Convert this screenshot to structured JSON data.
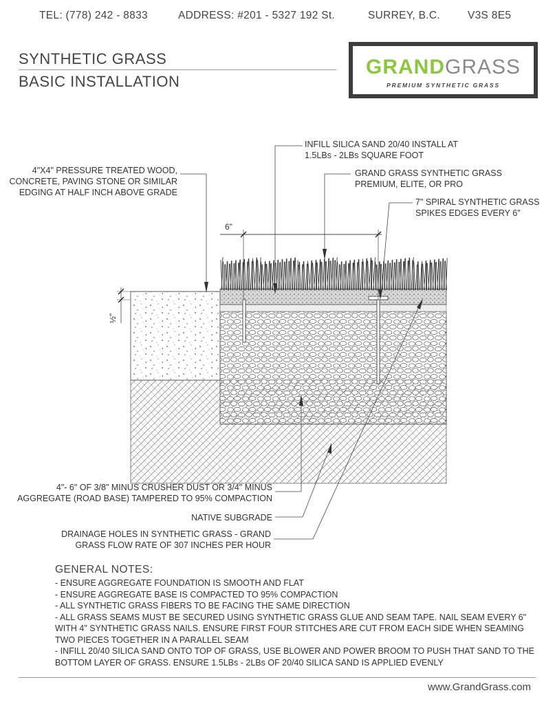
{
  "header": {
    "tel": "TEL:  (778) 242 - 8833",
    "address": "ADDRESS: #201 - 5327 192 St.",
    "city": "SURREY, B.C.",
    "postal": "V3S 8E5"
  },
  "title": {
    "line1": "SYNTHETIC GRASS",
    "line2": "BASIC INSTALLATION"
  },
  "logo": {
    "word_green": "GRAND",
    "word_grey": "GRASS",
    "tagline": "PREMIUM SYNTHETIC GRASS",
    "brand_green": "#8dc63f",
    "brand_grey": "#8a8a8a",
    "frame_color": "#3d3d3d"
  },
  "labels": {
    "infill": [
      "INFILL SILICA SAND 20/40 INSTALL AT",
      "1.5LBs - 2LBs SQUARE FOOT"
    ],
    "grass": [
      "GRAND GRASS SYNTHETIC GRASS",
      "PREMIUM, ELITE, OR PRO"
    ],
    "spikes": [
      "7\" SPIRAL SYNTHETIC GRASS",
      "SPIKES EDGES EVERY 6\""
    ],
    "edging": [
      "4\"X4\" PRESSURE TREATED WOOD,",
      "CONCRETE, PAVING STONE OR SIMILAR",
      "EDGING AT HALF INCH ABOVE GRADE"
    ],
    "aggregate": [
      "4\"- 6\" OF 3/8\" MINUS CRUSHER DUST OR 3/4\" MINUS",
      "AGGREGATE (ROAD BASE) TAMPERED TO 95% COMPACTION"
    ],
    "subgrade": [
      "NATIVE SUBGRADE"
    ],
    "drainage": [
      "DRAINAGE HOLES IN SYNTHETIC GRASS - GRAND",
      "GRASS FLOW RATE OF 307 INCHES PER HOUR"
    ]
  },
  "dimensions": {
    "spacing": "6\"",
    "edge_height": "½\""
  },
  "notes": {
    "title": "GENERAL NOTES:",
    "items": [
      "- ENSURE AGGREGATE FOUNDATION IS SMOOTH AND FLAT",
      "- ENSURE AGGREGATE BASE IS COMPACTED TO 95% COMPACTION",
      "- ALL SYNTHETIC GRASS FIBERS TO BE FACING THE SAME DIRECTION",
      "- ALL GRASS SEAMS MUST BE SECURED USING SYNTHETIC GRASS GLUE AND SEAM TAPE. NAIL SEAM EVERY 6\" WITH 4\" SYNTHETIC GRASS NAILS. ENSURE FIRST FOUR STITCHES ARE CUT FROM EACH SIDE WHEN SEAMING TWO PIECES TOGETHER IN A PARALLEL SEAM",
      "- INFILL 20/40  SILICA SAND ONTO TOP OF GRASS, USE BLOWER AND POWER BROOM TO PUSH THAT SAND TO THE BOTTOM LAYER OF GRASS. ENSURE 1.5LBs - 2LBs OF 20/40 SILICA SAND IS APPLIED EVENLY"
    ]
  },
  "footer": {
    "website": "www.GrandGrass.com"
  }
}
